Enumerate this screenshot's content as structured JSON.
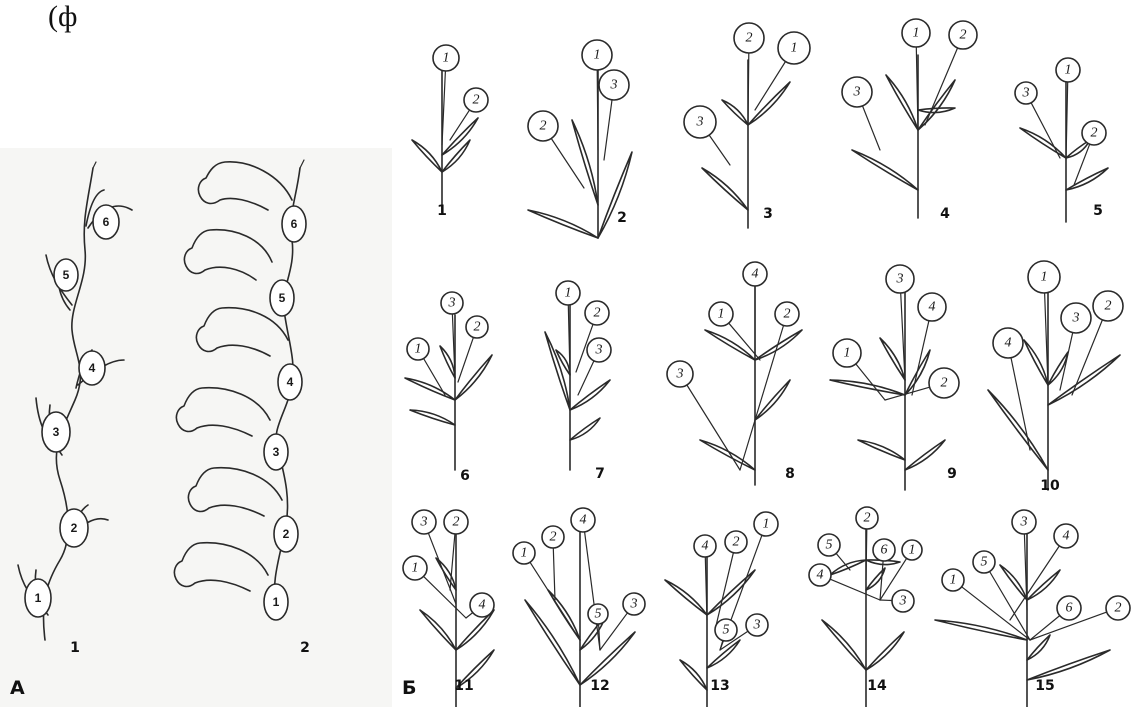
{
  "header_fragment": "(ф",
  "panelA": {
    "letter": "А",
    "captions": [
      "1",
      "2"
    ],
    "buds_numbers": [
      "1",
      "2",
      "3",
      "4",
      "5",
      "6"
    ],
    "flowers_numbers": [
      "1",
      "2",
      "3",
      "4",
      "5",
      "6"
    ]
  },
  "panelB": {
    "letter": "Б",
    "schemes": [
      {
        "caption": "1",
        "labels": [
          "1",
          "2"
        ]
      },
      {
        "caption": "2",
        "labels": [
          "1",
          "3",
          "2"
        ]
      },
      {
        "caption": "3",
        "labels": [
          "2",
          "1",
          "3"
        ]
      },
      {
        "caption": "4",
        "labels": [
          "1",
          "2",
          "3"
        ]
      },
      {
        "caption": "5",
        "labels": [
          "1",
          "3",
          "2"
        ]
      },
      {
        "caption": "6",
        "labels": [
          "3",
          "2",
          "1"
        ]
      },
      {
        "caption": "7",
        "labels": [
          "1",
          "2",
          "3"
        ]
      },
      {
        "caption": "8",
        "labels": [
          "4",
          "1",
          "2",
          "3"
        ]
      },
      {
        "caption": "9",
        "labels": [
          "3",
          "4",
          "1",
          "2"
        ]
      },
      {
        "caption": "10",
        "labels": [
          "1",
          "3",
          "2",
          "4"
        ]
      },
      {
        "caption": "11",
        "labels": [
          "3",
          "2",
          "1",
          "4"
        ]
      },
      {
        "caption": "12",
        "labels": [
          "1",
          "2",
          "4",
          "3",
          "5"
        ]
      },
      {
        "caption": "13",
        "labels": [
          "4",
          "2",
          "1",
          "5",
          "3"
        ]
      },
      {
        "caption": "14",
        "labels": [
          "2",
          "5",
          "6",
          "1",
          "4",
          "3"
        ]
      },
      {
        "caption": "15",
        "labels": [
          "3",
          "4",
          "5",
          "1",
          "6",
          "2"
        ]
      }
    ]
  }
}
